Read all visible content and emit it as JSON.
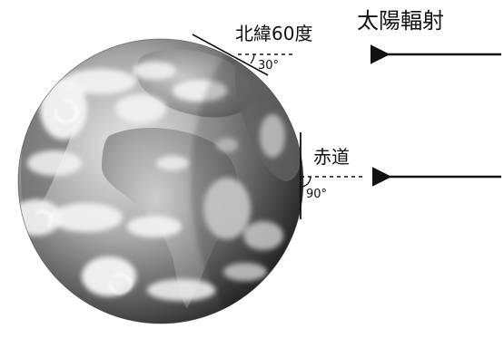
{
  "labels": {
    "solar_radiation": "太陽輻射",
    "north_lat_60": "北緯60度",
    "equator": "赤道",
    "angle_60": "30°",
    "angle_equator": "90°"
  },
  "colors": {
    "ink": "#111111",
    "globe_light": "#e8e8e8",
    "globe_dark": "#2a2a2a",
    "cloud": "#f4f4f4"
  }
}
